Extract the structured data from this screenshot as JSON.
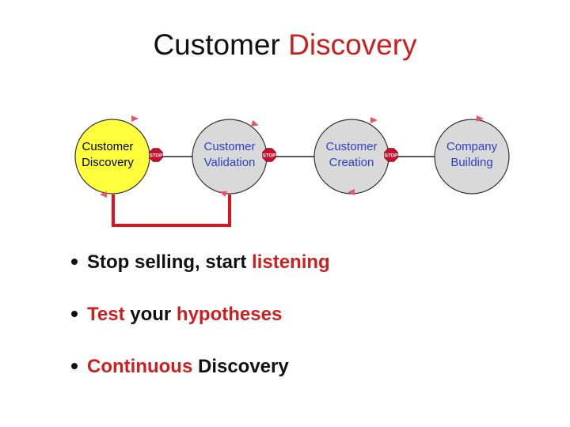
{
  "slide": {
    "title": {
      "part1": "Customer",
      "part2": "Discovery"
    }
  },
  "diagram": {
    "nodes": [
      {
        "line1": "Customer",
        "line2": "Discovery",
        "active": true
      },
      {
        "line1": "Customer",
        "line2": "Validation",
        "active": false
      },
      {
        "line1": "Customer",
        "line2": "Creation",
        "active": false
      },
      {
        "line1": "Company",
        "line2": "Building",
        "active": false
      }
    ],
    "stop_sign_text": "STOP",
    "colors": {
      "active_fill": "#ffff3d",
      "inactive_fill": "#d9d9d9",
      "inactive_text": "#2f3fc0",
      "active_text": "#000000",
      "stop_red": "#c8102e",
      "feedback_line": "#e0121c",
      "triangle": "#e8556b"
    }
  },
  "bullets": [
    {
      "segments": [
        {
          "text": "Stop selling, start ",
          "red": false
        },
        {
          "text": "listening",
          "red": true
        }
      ]
    },
    {
      "segments": [
        {
          "text": "Test",
          "red": true
        },
        {
          "text": " your ",
          "red": false
        },
        {
          "text": "hypotheses",
          "red": true
        }
      ]
    },
    {
      "segments": [
        {
          "text": "Continuous",
          "red": true
        },
        {
          "text": " Discovery",
          "red": false
        }
      ]
    }
  ]
}
